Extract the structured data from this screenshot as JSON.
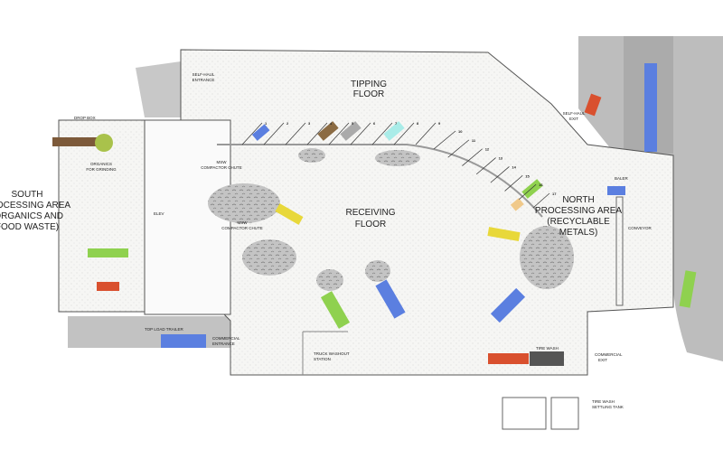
{
  "areas": {
    "south": [
      "SOUTH",
      "PROCESSING AREA",
      "(ORGANICS AND",
      "FOOD WASTE)"
    ],
    "tipping": [
      "TIPPING",
      "FLOOR"
    ],
    "receiving": [
      "RECEIVING",
      "FLOOR"
    ],
    "north": [
      "NORTH",
      "PROCESSING AREA",
      "(RECYCLABLE",
      "METALS)"
    ]
  },
  "labels": {
    "drop_box": "DROP BOX",
    "organics": [
      "ORGANICS",
      "FOR GRINDING"
    ],
    "self_haul_entrance": [
      "SELF-HAUL",
      "ENTRANCE"
    ],
    "msw_chute_1": [
      "MSW",
      "COMPACTOR CHUTE"
    ],
    "msw_chute_2": [
      "MSW",
      "COMPACTOR CHUTE"
    ],
    "elev": "ELEV",
    "self_haul_exit": [
      "SELF-HAUL",
      "EXIT"
    ],
    "baler": "BALER",
    "conveyor": "CONVEYOR",
    "top_load_trailer": "TOP LOAD TRAILER",
    "commercial_entrance": [
      "COMMERCIAL",
      "ENTRANCE"
    ],
    "truck_washout": [
      "TRUCK WASHOUT",
      "STATION"
    ],
    "tire_wash": "TIRE WASH",
    "commercial_exit": [
      "COMMERCIAL",
      "EXIT"
    ],
    "settling_tank": [
      "TIRE WASH",
      "SETTLING TANK"
    ]
  },
  "bays": [
    "1",
    "2",
    "3",
    "4",
    "5",
    "6",
    "7",
    "8",
    "9",
    "10",
    "11",
    "12",
    "13",
    "14",
    "15",
    "16",
    "17"
  ],
  "colors": {
    "floor": "#f4f4f2",
    "road": "#bdbdbd",
    "pile": "#b8b8b8",
    "blue": "#5b7fe0",
    "green": "#8fd14f",
    "red": "#d9502e",
    "yellow": "#e8d83a",
    "brown": "#8b6b43",
    "cyan": "#a9ece8",
    "tan": "#f0c98a",
    "wood": "#7d5a3a"
  }
}
